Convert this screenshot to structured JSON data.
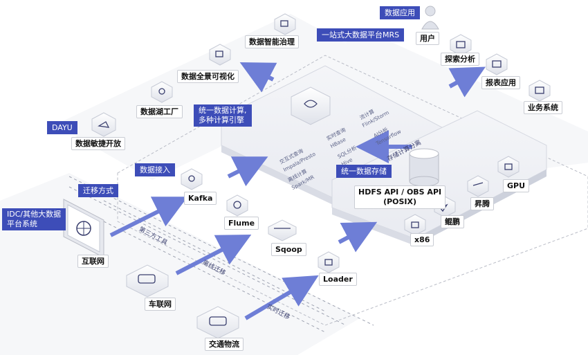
{
  "platform": {
    "title": "一站式大数据平台MRS"
  },
  "top_apps": {
    "section_label": "数据应用",
    "user": "用户",
    "explore": "探索分析",
    "report": "报表应用",
    "business": "业务系统"
  },
  "dayu": {
    "tag": "DAYU",
    "governance": "数据智能治理",
    "visualize": "数据全景可视化",
    "lake_factory": "数据湖工厂",
    "agile_open": "数据敏捷开放"
  },
  "compute": {
    "tag": "统一数据计算,\n多种计算引擎",
    "engines": [
      "交互式查询",
      "Impala/Presto",
      "离线计算",
      "Spark/MR",
      "实时查询",
      "HBase",
      "SQL分析",
      "Hive",
      "流计算",
      "Flink/Storm",
      "AI分析",
      "Tensorflow"
    ]
  },
  "storage": {
    "tag": "统一数据存储",
    "separation": "存储计算分离",
    "api": "HDFS API / OBS API\n(POSIX)",
    "hardware": {
      "x86": "x86",
      "kunpeng": "鲲鹏",
      "ascend": "昇腾",
      "gpu": "GPU"
    }
  },
  "ingest": {
    "tag": "数据接入",
    "kafka": "Kafka",
    "flume": "Flume",
    "sqoop": "Sqoop",
    "loader": "Loader"
  },
  "migration": {
    "tag": "迁移方式",
    "third_party": "第三方工具",
    "offline": "离线迁移",
    "realtime": "实时迁移"
  },
  "sources": {
    "idc_tag": "IDC/其他大数据\n平台系统",
    "internet": "互联网",
    "iov": "车联网",
    "logistics": "交通物流"
  }
}
